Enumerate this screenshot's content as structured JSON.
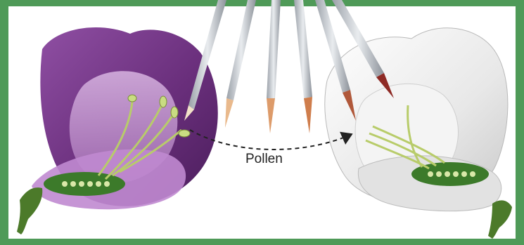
{
  "labels": {
    "pollen": "Pollen"
  },
  "colors": {
    "border": "#4f9a58",
    "purple_petal": "#6a2f7c",
    "purple_petal_light": "#b27cc0",
    "white_petal": "#e6e6e6",
    "ovary_green": "#3c7a2a",
    "stamen_green": "#b8cc6a",
    "brush_handle": "#c8ccd2",
    "arrow": "#222222"
  },
  "brushes": [
    {
      "name": "brush-1",
      "tip_color": "#f2e2c8"
    },
    {
      "name": "brush-2",
      "tip_color": "#e9b98c"
    },
    {
      "name": "brush-3",
      "tip_color": "#dd9b6a"
    },
    {
      "name": "brush-4",
      "tip_color": "#cf7d4c"
    },
    {
      "name": "brush-5",
      "tip_color": "#b0583a"
    },
    {
      "name": "brush-6",
      "tip_color": "#8e2a25"
    }
  ]
}
